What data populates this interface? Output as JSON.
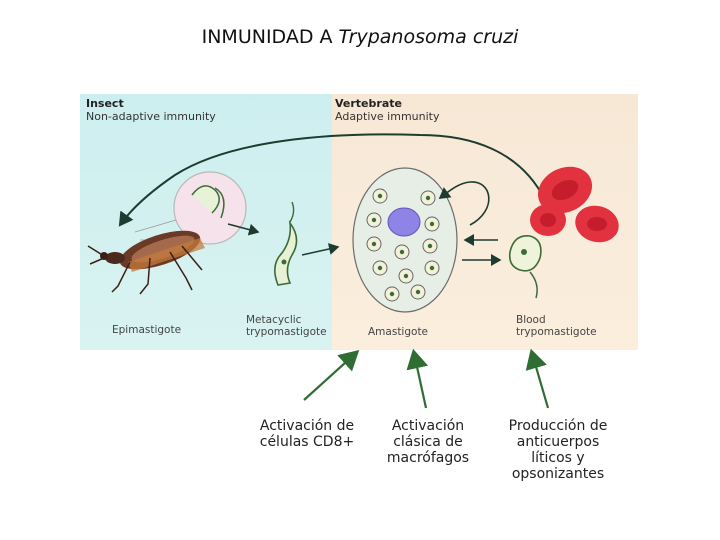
{
  "title": {
    "prefix": "INMUNIDAD A ",
    "organism": "Trypanosoma cruzi"
  },
  "insect": {
    "heading": "Insect",
    "subheading": "Non-adaptive immunity"
  },
  "vertebrate": {
    "heading": "Vertebrate",
    "subheading": "Adaptive immunity"
  },
  "stages": {
    "epimastigote": "Epimastigote",
    "metacyclic_1": "Metacyclic",
    "metacyclic_2": "trypomastigote",
    "amastigote": "Amastigote",
    "blood_1": "Blood",
    "blood_2": "trypomastigote"
  },
  "responses": {
    "cd8_1": "Activación de",
    "cd8_2": "células CD8+",
    "macro_1": "Activación",
    "macro_2": "clásica de",
    "macro_3": "macrófagos",
    "anti_1": "Producción de",
    "anti_2": "anticuerpos",
    "anti_3": "líticos y",
    "anti_4": "opsonizantes"
  }
}
